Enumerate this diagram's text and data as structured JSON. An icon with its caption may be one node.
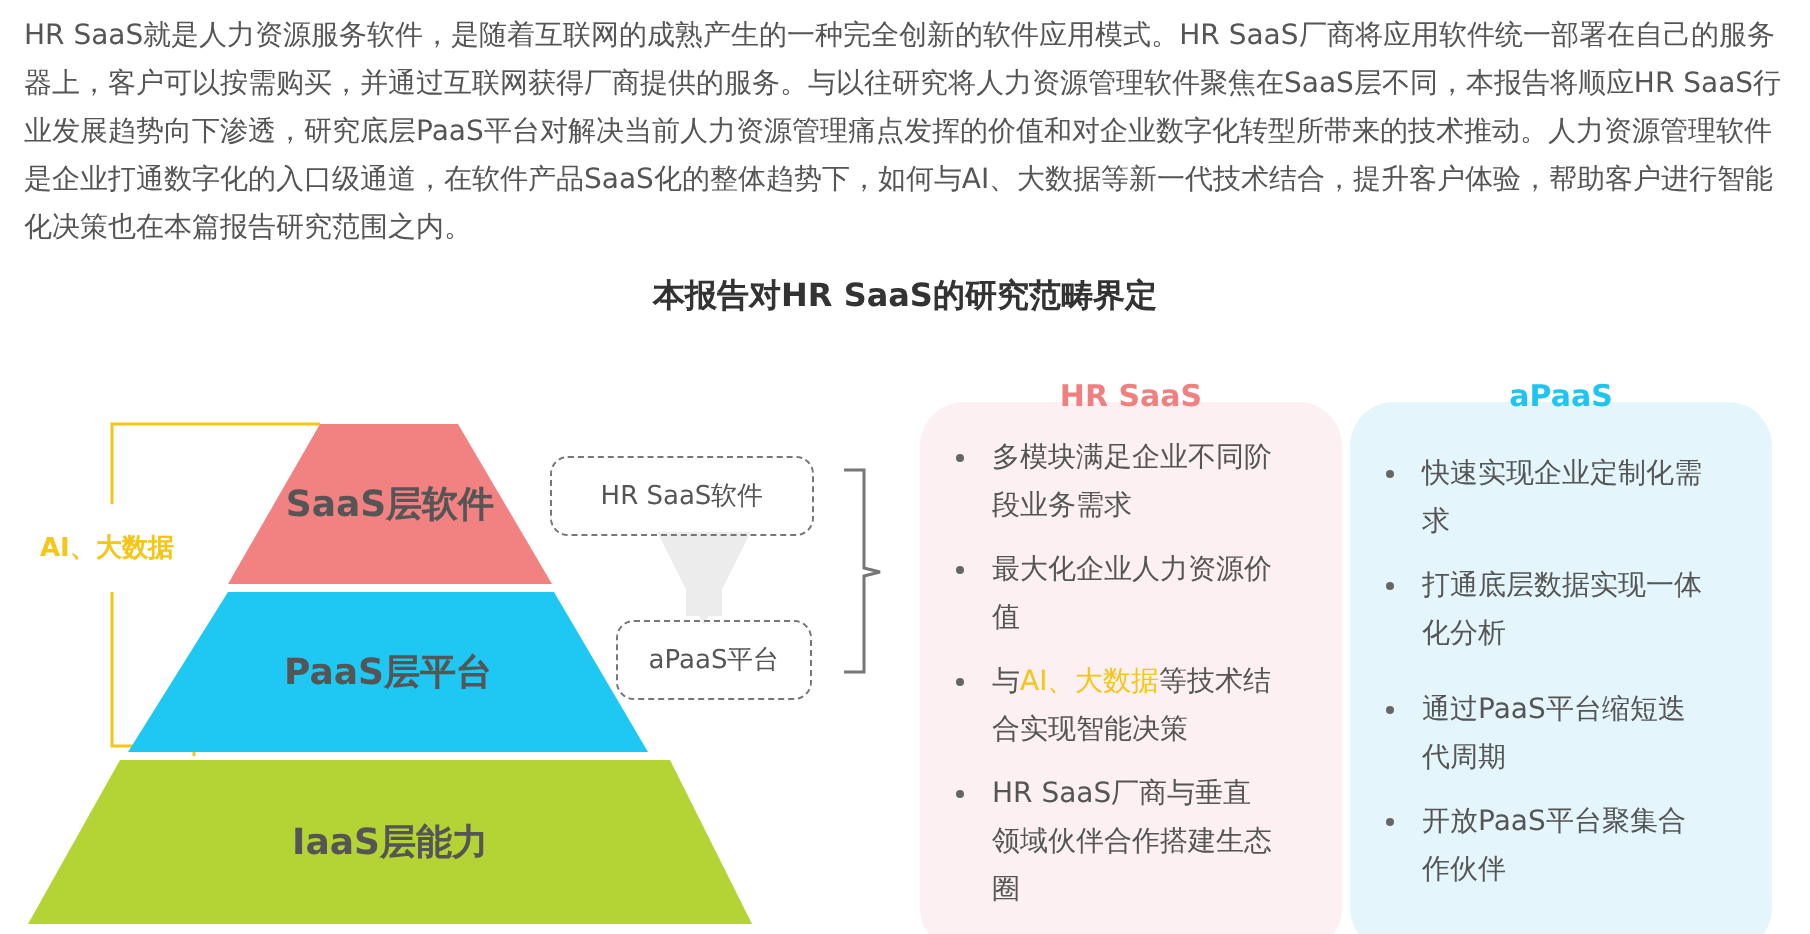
{
  "diagram": {
    "title": "本报告对HR SaaS的研究范畴界定",
    "nodes": [
      {
        "text": [
          "SaaS层软件"
        ]
      },
      {
        "text": [
          "PaaS层平台"
        ]
      },
      {
        "text": [
          "IaaS层能力"
        ]
      },
      {
        "text": [
          "HR SaaS软件"
        ]
      },
      {
        "text": [
          "aPaaS平台"
        ]
      },
      {
        "text": [
          "HR SaaS",
          "多模块满足企业不同阶段业务需求",
          "最大化企业人力资源价值",
          "与**AI、大数据**等技术结合实现智能决策",
          "HR SaaS厂商与垂直领域伙伴合作搭建生态圈"
        ]
      },
      {
        "text": [
          "aPaaS",
          "快速实现企业定制化需求",
          "打通底层数据实现一体化分析",
          "通过PaaS平台缩短迭代周期",
          "开放PaaS平台聚集合作伙伴"
        ]
      }
    ],
    "edges": [
      {
        "from": 3,
        "to": 4,
        "arrow": "to",
        "color": "#ececec"
      }
    ],
    "labels": [
      "HR SaaS就是人力资源服务软件，是随着互联网的成熟产生的一种完全创新的软件应用模式。HR SaaS厂商将应用软件统一部署在自己的服务器上，客户可以按需购买，并通过互联网获得厂商提供的服务。与以往研究将人力资源管理软件聚焦在SaaS层不同，本报告将顺应HR SaaS行业发展趋势向下渗透，研究底层PaaS平台对解决当前人力资源管理痛点发挥的价值和对企业数字化转型所带来的技术推动。人力资源管理软件是企业打通数字化的入口级通道，在软件产品SaaS化的整体趋势下，如何与AI、大数据等新一代技术结合，提升客户体验，帮助客户进行智能化决策也在本篇报告研究范围之内。",
      "AI、大数据"
    ]
  }
}
